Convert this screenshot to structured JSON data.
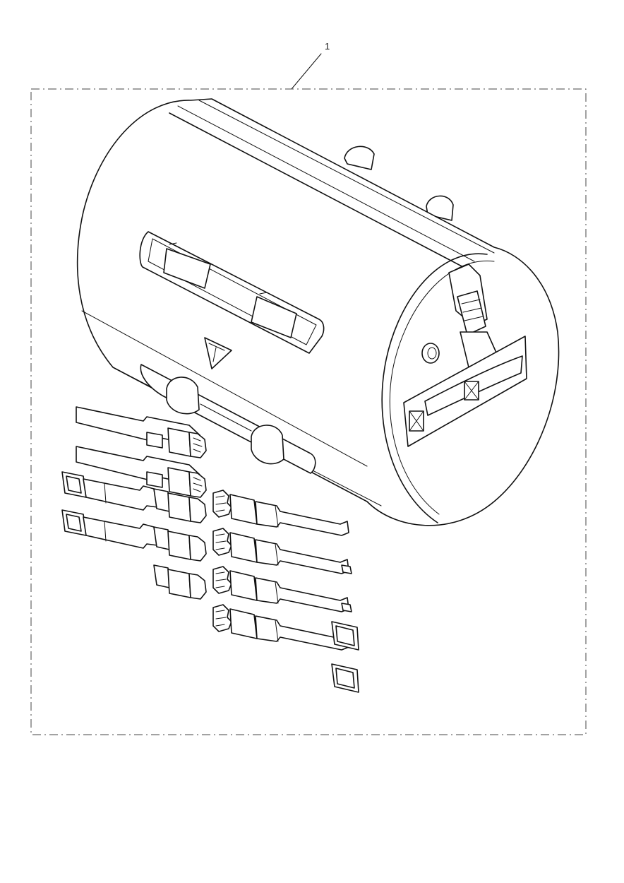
{
  "callout": {
    "label": "1"
  },
  "colors": {
    "line": "#111111",
    "background": "#ffffff",
    "kit_border": "#444444"
  },
  "parts": [
    {
      "name": "roll-bag"
    },
    {
      "name": "straps-set"
    }
  ]
}
